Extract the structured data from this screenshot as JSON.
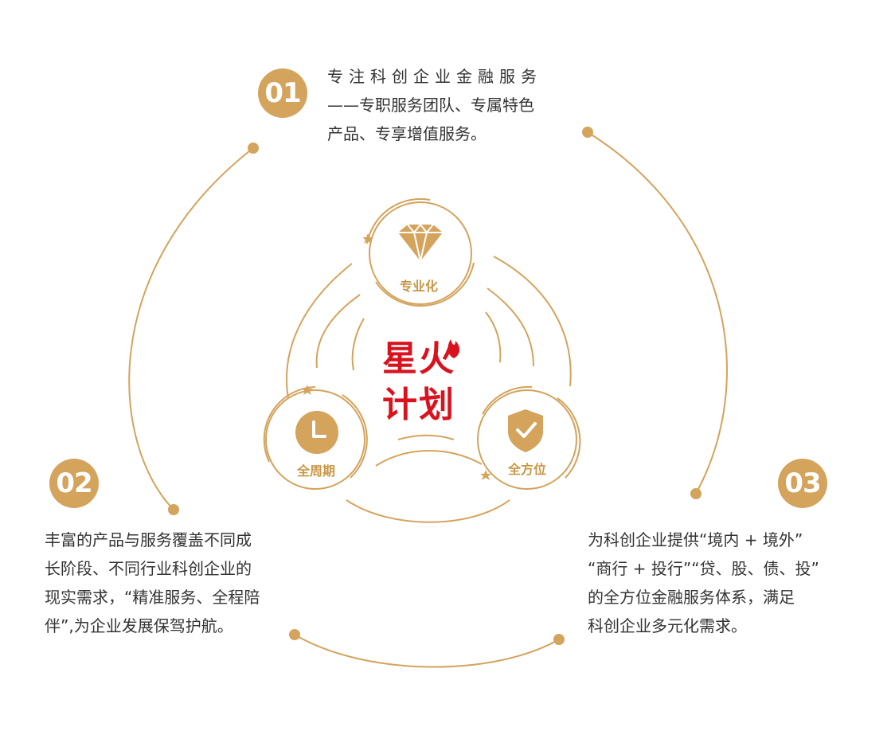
{
  "colors": {
    "gold": "#d4a35c",
    "gold_label": "#c99645",
    "brand_red": "#d9131e",
    "text": "#333333"
  },
  "center": {
    "title_line1": "星火",
    "title_line2": "计划"
  },
  "nodes": [
    {
      "label": "专业化",
      "icon": "diamond-icon"
    },
    {
      "label": "全周期",
      "icon": "clock-icon"
    },
    {
      "label": "全方位",
      "icon": "shield-check-icon"
    }
  ],
  "points": [
    {
      "number": "01",
      "lines": [
        "专注科创企业金融服务",
        "——专职服务团队、专属特色",
        "产品、专享增值服务。"
      ]
    },
    {
      "number": "02",
      "lines": [
        "丰富的产品与服务覆盖不同成",
        "长阶段、不同行业科创企业的",
        "现实需求，“精准服务、全程陪",
        "伴”,为企业发展保驾护航。"
      ]
    },
    {
      "number": "03",
      "lines": [
        "为科创企业提供“境内 + 境外”",
        "“商行 + 投行”“贷、股、债、投”",
        "的全方位金融服务体系，满足",
        "科创企业多元化需求。"
      ]
    }
  ]
}
